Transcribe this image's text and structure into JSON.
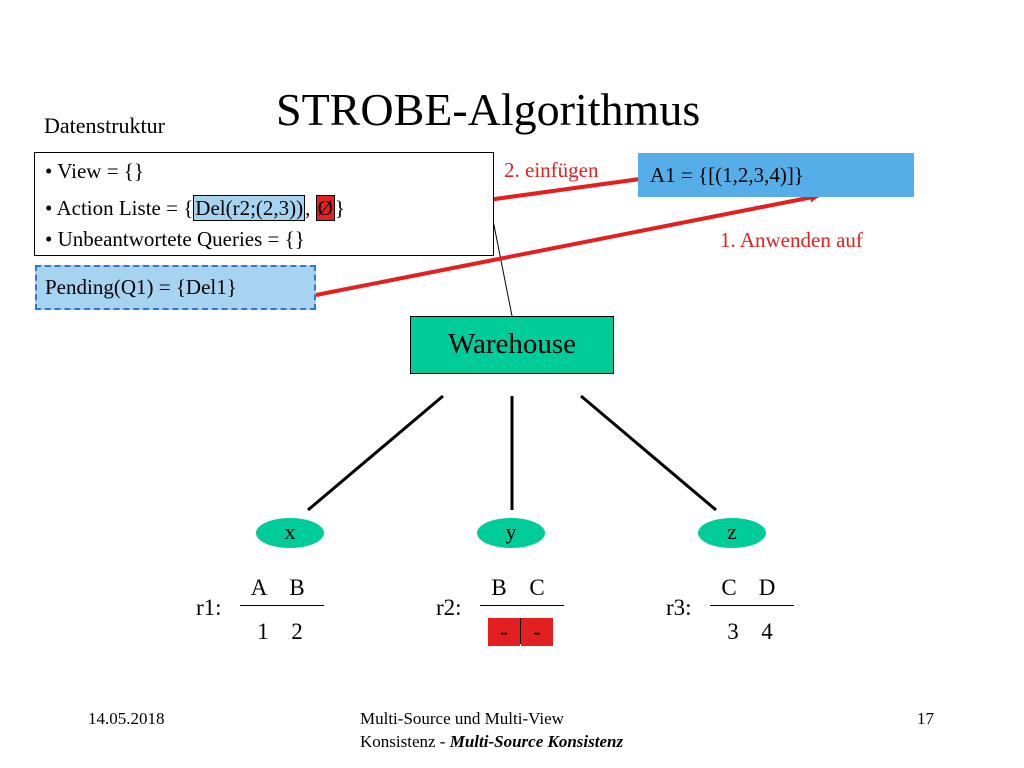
{
  "title": "STROBE-Algorithmus",
  "datenstruktur_label": "Datenstruktur",
  "data_structure": {
    "bullet": "•",
    "view": "View = {}",
    "action_prefix": "Action Liste = {",
    "action_del": "Del(r2;(2,3))",
    "action_comma": ", ",
    "action_empty": "Ø",
    "action_suffix": "}",
    "unanswered": "Unbeantwortete Queries = {}"
  },
  "a1_box": "A1 = {[(1,2,3,4)]}",
  "step2_label": "2. einfügen",
  "step1_label": "1. Anwenden auf",
  "pending": "Pending(Q1) = {Del1}",
  "warehouse": "Warehouse",
  "sources": [
    {
      "node": "x"
    },
    {
      "node": "y"
    },
    {
      "node": "z"
    }
  ],
  "relations": [
    {
      "name": "r1:",
      "headers": [
        "A",
        "B"
      ],
      "values": [
        "1",
        "2"
      ]
    },
    {
      "name": "r2:",
      "headers": [
        "B",
        "C"
      ],
      "values": [
        "-",
        "-"
      ]
    },
    {
      "name": "r3:",
      "headers": [
        "C",
        "D"
      ],
      "values": [
        "3",
        "4"
      ]
    }
  ],
  "footer": {
    "date": "14.05.2018",
    "line1": "Multi-Source und Multi-View",
    "line2_plain": "Konsistenz - ",
    "line2_bold": "Multi-Source Konsistenz",
    "page": "17"
  },
  "colors": {
    "warehouse_green": "#00cc99",
    "arrow_red": "#e31f1f",
    "a1_blue": "#56aee9",
    "pending_blue": "#a6d4f0"
  }
}
